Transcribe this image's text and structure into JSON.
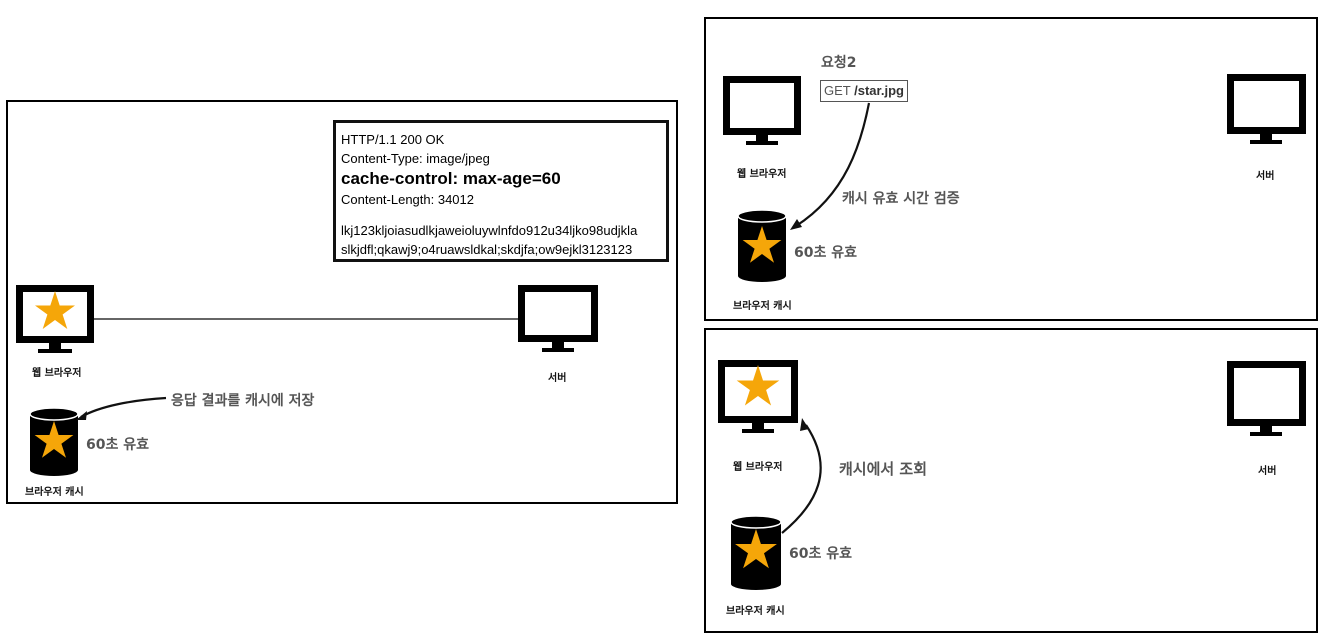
{
  "colors": {
    "star": "#F5A609",
    "device": "#000000",
    "line": "#333333",
    "label_gray": "#555555"
  },
  "left_panel": {
    "http_response": {
      "status_line": "HTTP/1.1 200 OK",
      "content_type": "Content-Type: image/jpeg",
      "cache_control": "cache-control: max-age=60",
      "content_length": "Content-Length: 34012",
      "body_line1": "lkj123kljoiasudlkjaweioluywlnfdo912u34ljko98udjkla",
      "body_line2": "slkjdfl;qkawj9;o4ruawsldkal;skdjfa;ow9ejkl3123123"
    },
    "browser_label": "웹 브라우저",
    "server_label": "서버",
    "arrow_label": "응답 결과를 캐시에 저장",
    "cache_validity": "60초 유효",
    "cache_label": "브라우저 캐시"
  },
  "top_right_panel": {
    "request_title": "요청2",
    "request_method": "GET",
    "request_path": "/star.jpg",
    "browser_label": "웹 브라우저",
    "server_label": "서버",
    "arrow_label": "캐시 유효 시간 검증",
    "cache_validity": "60초 유효",
    "cache_label": "브라우저 캐시"
  },
  "bottom_right_panel": {
    "browser_label": "웹 브라우저",
    "server_label": "서버",
    "arrow_label": "캐시에서 조회",
    "cache_validity": "60초 유효",
    "cache_label": "브라우저 캐시"
  }
}
